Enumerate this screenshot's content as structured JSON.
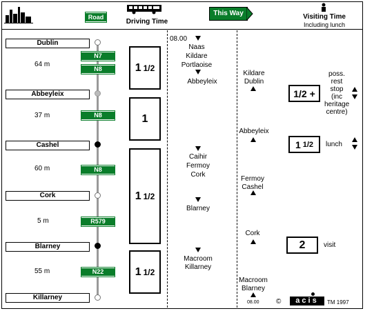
{
  "header": {
    "road_label": "Road",
    "driving_time_label": "Driving Time",
    "this_way_label": "This Way",
    "visiting_time_label": "Visiting Time",
    "visiting_time_sub": "Including lunch"
  },
  "towns": [
    "Dublin",
    "Abbeyleix",
    "Cashel",
    "Cork",
    "Blarney",
    "Killarney"
  ],
  "legs": [
    {
      "distance": "64 m",
      "roads": [
        "N7",
        "N8"
      ],
      "time_whole": "1",
      "time_frac": "1/2"
    },
    {
      "distance": "37 m",
      "roads": [
        "N8"
      ],
      "time_whole": "1",
      "time_frac": ""
    },
    {
      "distance": "60 m",
      "roads": [
        "N8"
      ],
      "time_whole": "1",
      "time_frac": "1/2"
    },
    {
      "distance": "5 m",
      "roads": [
        "R579"
      ],
      "time_whole": "",
      "time_frac": ""
    },
    {
      "distance": "55 m",
      "roads": [
        "N22"
      ],
      "time_whole": "1",
      "time_frac": "1/2"
    }
  ],
  "route": {
    "start_time": "08.00",
    "seg1": [
      "Naas",
      "Kildare",
      "Portlaoise"
    ],
    "seg1_end": "Abbeyleix",
    "seg2": [
      "Caihir",
      "Fermoy",
      "Cork"
    ],
    "seg2_end": "Blarney",
    "seg3": [
      "Macroom",
      "Killarney"
    ]
  },
  "return": {
    "r1": [
      "Kildare",
      "Dublin"
    ],
    "r2": "Abbeyleix",
    "r3": [
      "Fermoy",
      "Cashel"
    ],
    "r4": "Cork",
    "r5": [
      "Macroom",
      "Blarney"
    ],
    "end_time": "08.00"
  },
  "visits": [
    {
      "time": "1/2 +",
      "note": [
        "poss.",
        "rest",
        "stop",
        "(inc",
        "heritage",
        "centre)"
      ]
    },
    {
      "time_whole": "1",
      "time_frac": "1/2",
      "note": "lunch"
    },
    {
      "time": "2",
      "note": "visit"
    }
  ],
  "footer": {
    "copyright": "©",
    "logo": "acis",
    "tm_year": "TM 1997"
  },
  "colors": {
    "road_green": "#0a7d2a",
    "spine_grey": "#999999"
  }
}
